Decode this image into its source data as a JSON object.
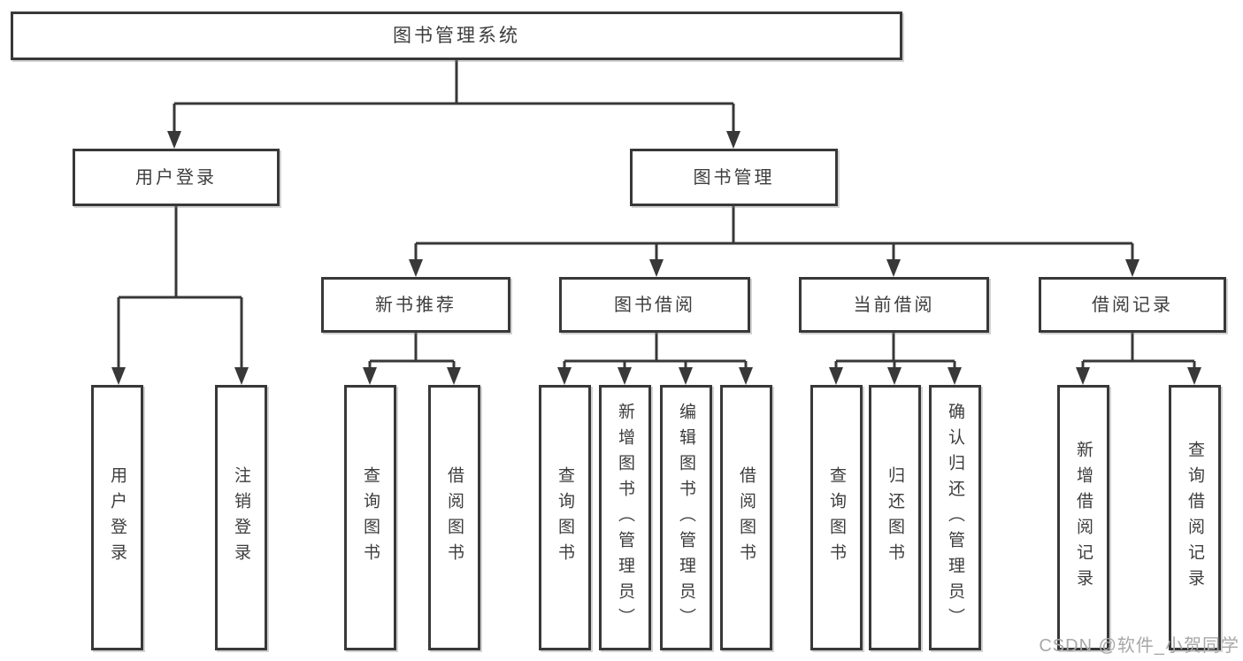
{
  "title": "图书管理系统",
  "branches": {
    "user_login": {
      "label": "用户登录",
      "children": [
        "用户登录",
        "注销登录"
      ]
    },
    "book_mgmt": {
      "label": "图书管理",
      "sections": [
        {
          "label": "新书推荐",
          "children": [
            "查询图书",
            "借阅图书"
          ]
        },
        {
          "label": "图书借阅",
          "children": [
            "查询图书",
            "新增图书（管理员）",
            "编辑图书（管理员）",
            "借阅图书"
          ]
        },
        {
          "label": "当前借阅",
          "children": [
            "查询图书",
            "归还图书",
            "确认归还（管理员）"
          ]
        },
        {
          "label": "借阅记录",
          "children": [
            "新增借阅记录",
            "查询借阅记录"
          ]
        }
      ]
    }
  },
  "watermark": "CSDN @软件_小贺同学"
}
